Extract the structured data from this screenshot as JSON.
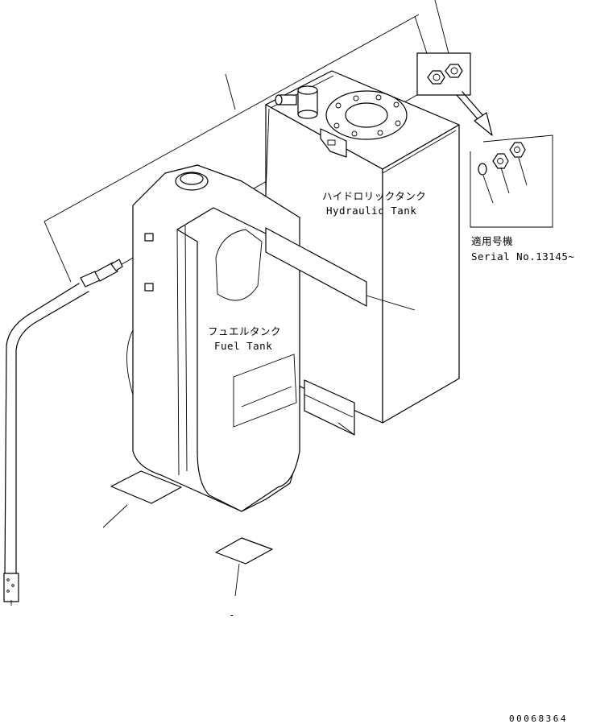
{
  "labels": {
    "hydraulic_jp": "ハイドロリックタンク",
    "hydraulic_en": "Hydraulic Tank",
    "fuel_jp": "フュエルタンク",
    "fuel_en": "Fuel Tank",
    "serial_jp": "適用号機",
    "serial_en": "Serial No.13145~",
    "bottom_dash": "-"
  },
  "drawing_code": "00068364"
}
